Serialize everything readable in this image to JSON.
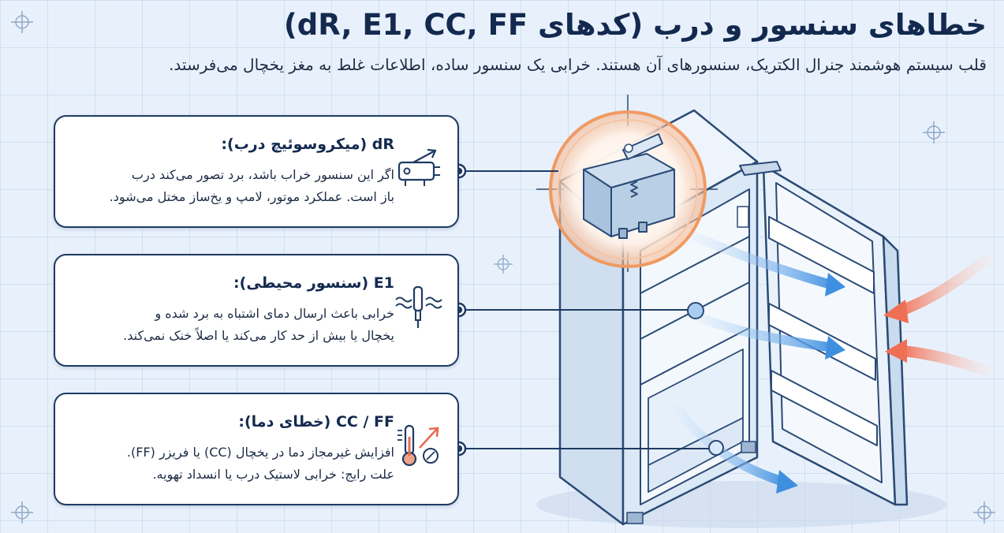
{
  "title": "خطاهای سنسور و درب (کدهای dR, E1, CC, FF)",
  "subtitle": "قلب سیستم هوشمند جنرال الکتریک، سنسورهای آن هستند. خرابی یک سنسور ساده، اطلاعات غلط به مغز یخچال می‌فرستد.",
  "cards": [
    {
      "title": "dR (میکروسوئیچ درب):",
      "lines": [
        "اگر این سنسور خراب باشد، برد تصور می‌کند درب",
        "باز است. عملکرد موتور، لامپ و یخ‌ساز مختل می‌شود."
      ],
      "icon": "microswitch-icon"
    },
    {
      "title": "E1 (سنسور محیطی):",
      "lines": [
        "خرابی باعث ارسال دمای اشتباه به برد شده و",
        "یخچال یا بیش از حد کار می‌کند یا اصلاً خنک نمی‌کند."
      ],
      "icon": "ambient-sensor-icon"
    },
    {
      "title": "CC / FF (خطای دما):",
      "lines": [
        "افزایش غیرمجاز دما در یخچال (CC) یا فریزر (FF).",
        "علت رایج: خرابی لاستیک درب یا انسداد تهویه."
      ],
      "icon": "thermometer-rising-icon"
    }
  ],
  "colors": {
    "navy": "#1f3b63",
    "ink": "#13294f",
    "highlight": "#f2a673",
    "cold_air": "#5aa7e8",
    "warm_air": "#f07a62",
    "fridge_body": "#dce8f6"
  }
}
